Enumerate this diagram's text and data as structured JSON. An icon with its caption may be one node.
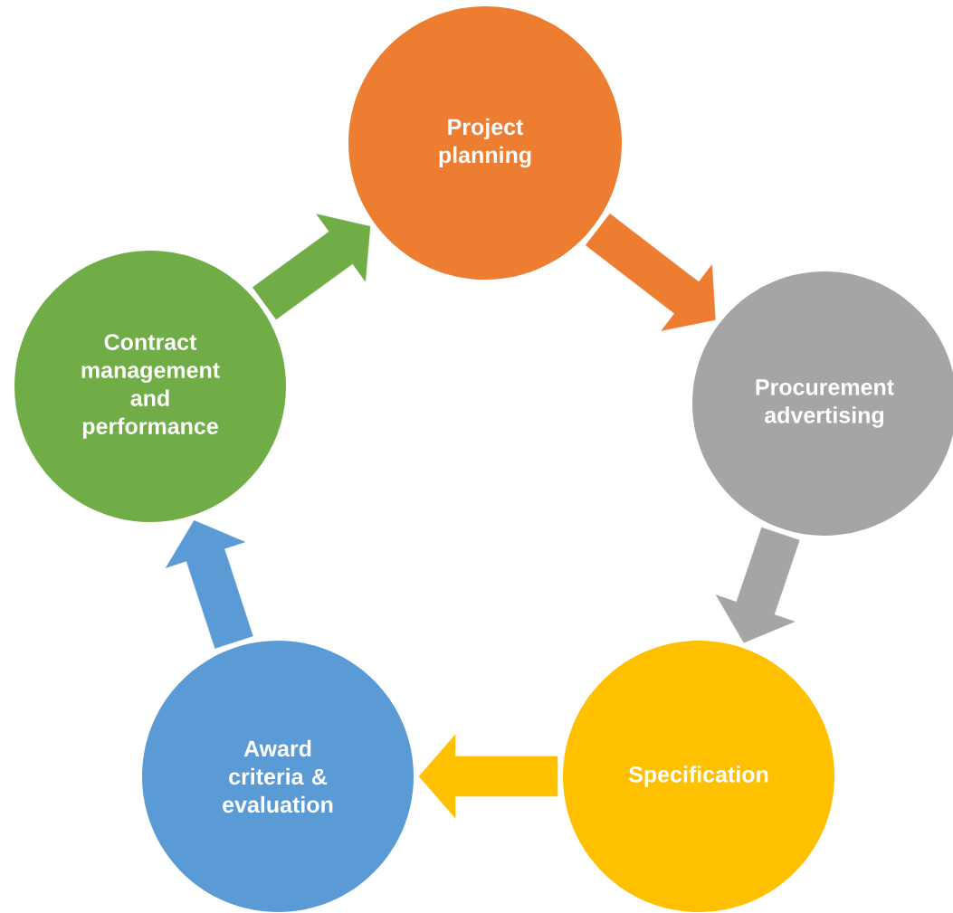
{
  "diagram": {
    "nodes": [
      {
        "text": [
          "Project planning"
        ]
      },
      {
        "text": [
          "Procurement advertising"
        ]
      },
      {
        "text": [
          "Specification"
        ]
      },
      {
        "text": [
          "Award criteria & evaluation"
        ]
      },
      {
        "text": [
          "Contract management and performance"
        ]
      }
    ],
    "edges": [
      {
        "from": 0,
        "to": 1,
        "arrow": "to",
        "color": "#ed7d31"
      },
      {
        "from": 1,
        "to": 2,
        "arrow": "to",
        "color": "#a5a5a5"
      },
      {
        "from": 2,
        "to": 3,
        "arrow": "to",
        "color": "#ffc000"
      },
      {
        "from": 3,
        "to": 4,
        "arrow": "to",
        "color": "#5b9bd5"
      },
      {
        "from": 4,
        "to": 0,
        "arrow": "to",
        "color": "#70ad47"
      }
    ]
  }
}
